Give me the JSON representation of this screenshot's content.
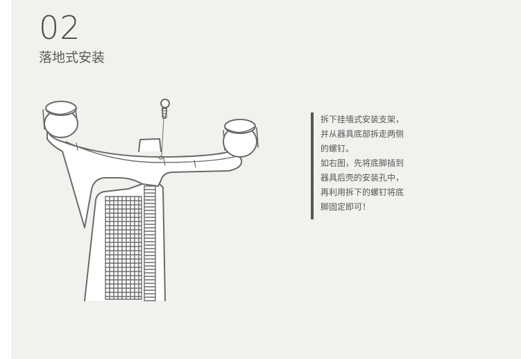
{
  "step": {
    "number": "02",
    "title": "落地式安装"
  },
  "instruction": {
    "lines": [
      "拆下挂墙式安装支架，",
      "并从器具底部拆走两侧",
      "的螺钉。",
      "如右图，先将底脚插到",
      "器具后壳的安装孔中，",
      "再利用拆下的螺钉将底",
      "脚固定即可！"
    ]
  },
  "colors": {
    "panel_bg": "#f2f1ed",
    "line": "#6a6a6a",
    "text": "#555555",
    "accent_bar": "#555555"
  }
}
